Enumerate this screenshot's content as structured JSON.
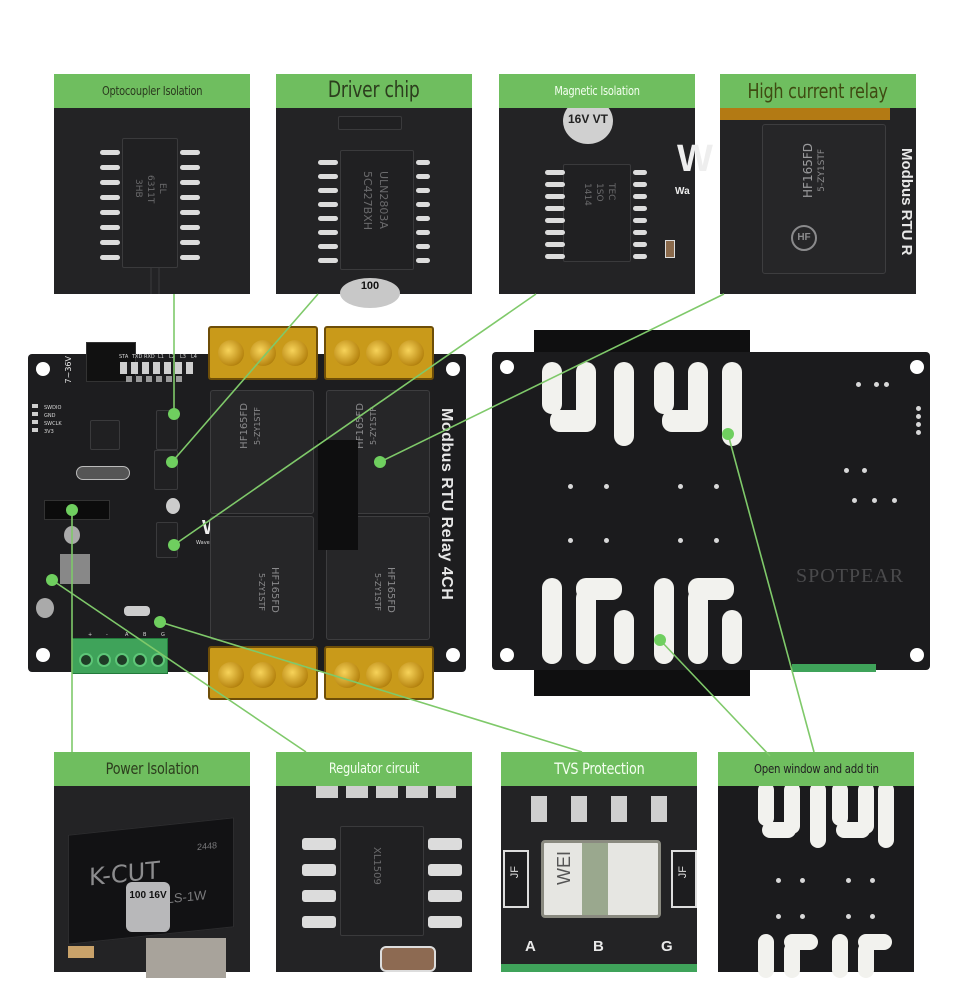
{
  "panels": {
    "top": [
      {
        "id": "optocoupler",
        "label": "Optocoupler Isolation",
        "chip_marking": [
          "EL",
          "6311T",
          "3HB"
        ]
      },
      {
        "id": "driver",
        "label": "Driver chip",
        "chip_marking": [
          "ULN2803A",
          "5C427BXH"
        ],
        "capacitor_marking": "100"
      },
      {
        "id": "magnetic",
        "label": "Magnetic Isolation",
        "chip_marking": [
          "1414",
          "1SO",
          "TEC"
        ],
        "capacitor_marking": "16V VT",
        "logo_fragment": "Wa"
      },
      {
        "id": "relay",
        "label": "High current relay",
        "relay_model": "HF165FD",
        "relay_sub": "5-ZY1STF",
        "side_text": "Modbus RTU R"
      }
    ],
    "bottom": [
      {
        "id": "power-isolation",
        "label": "Power Isolation",
        "module_brand": "K-CUT",
        "module_code": "2448",
        "module_model": "B0505LS-1W",
        "capacitor_marking": "100 16V"
      },
      {
        "id": "regulator",
        "label": "Regulator circuit",
        "chip_marking": "XL1509"
      },
      {
        "id": "tvs",
        "label": "TVS Protection",
        "component_marking": "WEI",
        "side_marking": "JF",
        "pins": [
          "A",
          "B",
          "G"
        ]
      },
      {
        "id": "open-window",
        "label": "Open window and add tin"
      }
    ]
  },
  "board_front": {
    "title": "Modbus RTU Relay 4CH",
    "power_label": "7~36V",
    "led_labels": [
      "STA",
      "TXD",
      "RXD",
      "L1",
      "L2",
      "L3",
      "L4"
    ],
    "header_labels": [
      "SWDIO",
      "GND",
      "SWCLK",
      "3V3"
    ],
    "terminal_labels": [
      "+",
      "-",
      "A",
      "B",
      "G"
    ],
    "terminal_side_label": "7~36V",
    "brand": "Waveshare",
    "relays": [
      {
        "model": "HF165FD",
        "sub": "5-ZY1STF"
      },
      {
        "model": "HF165FD",
        "sub": "5-ZY1STF"
      },
      {
        "model": "HF165FD",
        "sub": "5-ZY1STF"
      },
      {
        "model": "HF165FD",
        "sub": "5-ZY1STF"
      }
    ]
  },
  "board_back": {
    "watermark": "SPOTPEAR"
  },
  "colors": {
    "accent_green": "#6fbe5f",
    "marker_green": "#6fcf5f",
    "pcb_black": "#1d1d1f",
    "terminal_gold": "#c99a1a",
    "terminal_green": "#3fa35a"
  }
}
